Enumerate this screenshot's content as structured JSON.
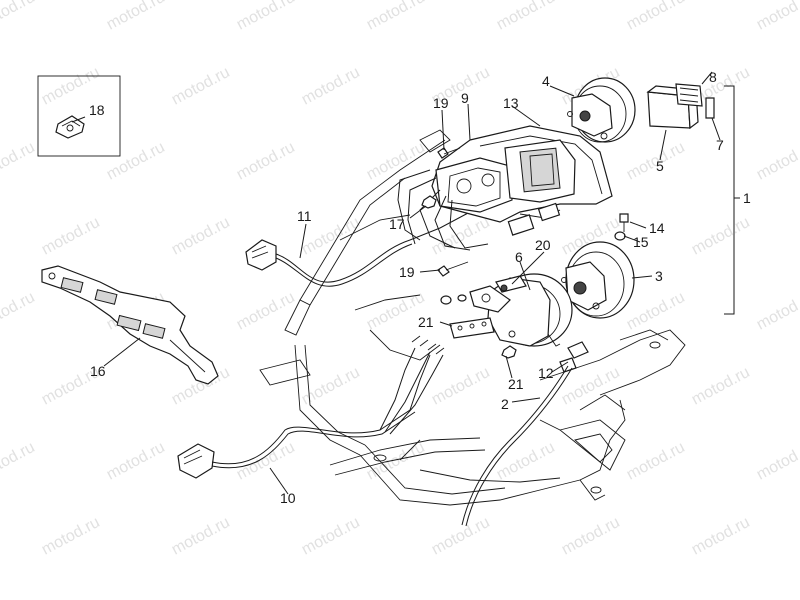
{
  "watermark": {
    "text": "motod.ru",
    "color": "#c9c9c9"
  },
  "callouts": [
    {
      "id": "c1",
      "text": "1"
    },
    {
      "id": "c2",
      "text": "2"
    },
    {
      "id": "c3",
      "text": "3"
    },
    {
      "id": "c4",
      "text": "4"
    },
    {
      "id": "c5",
      "text": "5"
    },
    {
      "id": "c6",
      "text": "6"
    },
    {
      "id": "c7",
      "text": "7"
    },
    {
      "id": "c8",
      "text": "8"
    },
    {
      "id": "c9",
      "text": "9"
    },
    {
      "id": "c10",
      "text": "10"
    },
    {
      "id": "c11",
      "text": "11"
    },
    {
      "id": "c12",
      "text": "12"
    },
    {
      "id": "c13",
      "text": "13"
    },
    {
      "id": "c14",
      "text": "14"
    },
    {
      "id": "c15",
      "text": "15"
    },
    {
      "id": "c16",
      "text": "16"
    },
    {
      "id": "c17",
      "text": "17"
    },
    {
      "id": "c18",
      "text": "18"
    },
    {
      "id": "c19a",
      "text": "19"
    },
    {
      "id": "c19b",
      "text": "19"
    },
    {
      "id": "c20",
      "text": "20"
    },
    {
      "id": "c21a",
      "text": "21"
    },
    {
      "id": "c21b",
      "text": "21"
    }
  ],
  "colors": {
    "line": "#1a1a1a",
    "background": "#ffffff"
  }
}
